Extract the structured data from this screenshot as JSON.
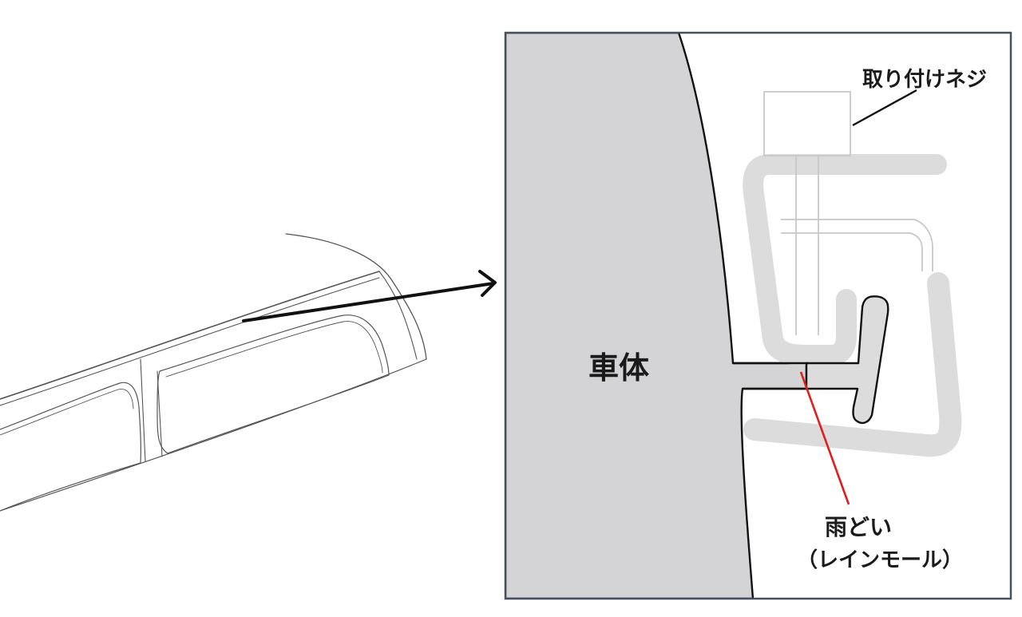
{
  "labels": {
    "body": "車体",
    "screw": "取り付けネジ",
    "gutter_line1": "雨どい",
    "gutter_line2": "（レインモール）"
  },
  "colors": {
    "body_fill": "#d4d4d6",
    "frame": "#46505e",
    "bracket": "#dcdcdc",
    "leader_red": "#e01e1e",
    "outline": "#111111",
    "car_line": "#555555"
  }
}
